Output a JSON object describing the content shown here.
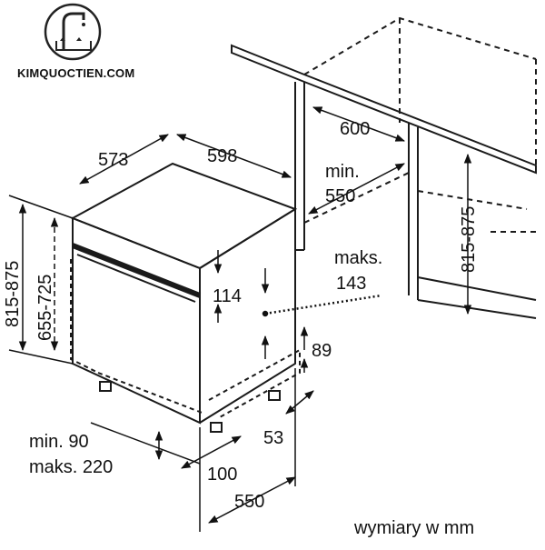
{
  "logo": {
    "text": "KIMQUOCTIEN.COM",
    "icon": "faucet-icon"
  },
  "colors": {
    "line": "#1a1a1a",
    "text": "#111111",
    "background": "#ffffff"
  },
  "dimensions": {
    "depth_573": "573",
    "width_598": "598",
    "niche_width_600": "600",
    "niche_min_label": "min.",
    "niche_min_value": "550",
    "niche_height_range": "815-875",
    "total_height_range": "815-875",
    "inner_height_range": "655-725",
    "maks_label": "maks.",
    "maks_value": "143",
    "panel_114": "114",
    "plinth_89": "89",
    "plinth_53": "53",
    "front_min_90": "min. 90",
    "front_maks_220": "maks. 220",
    "depth_100": "100",
    "depth_550": "550"
  },
  "footer": {
    "units_note": "wymiary w mm"
  }
}
